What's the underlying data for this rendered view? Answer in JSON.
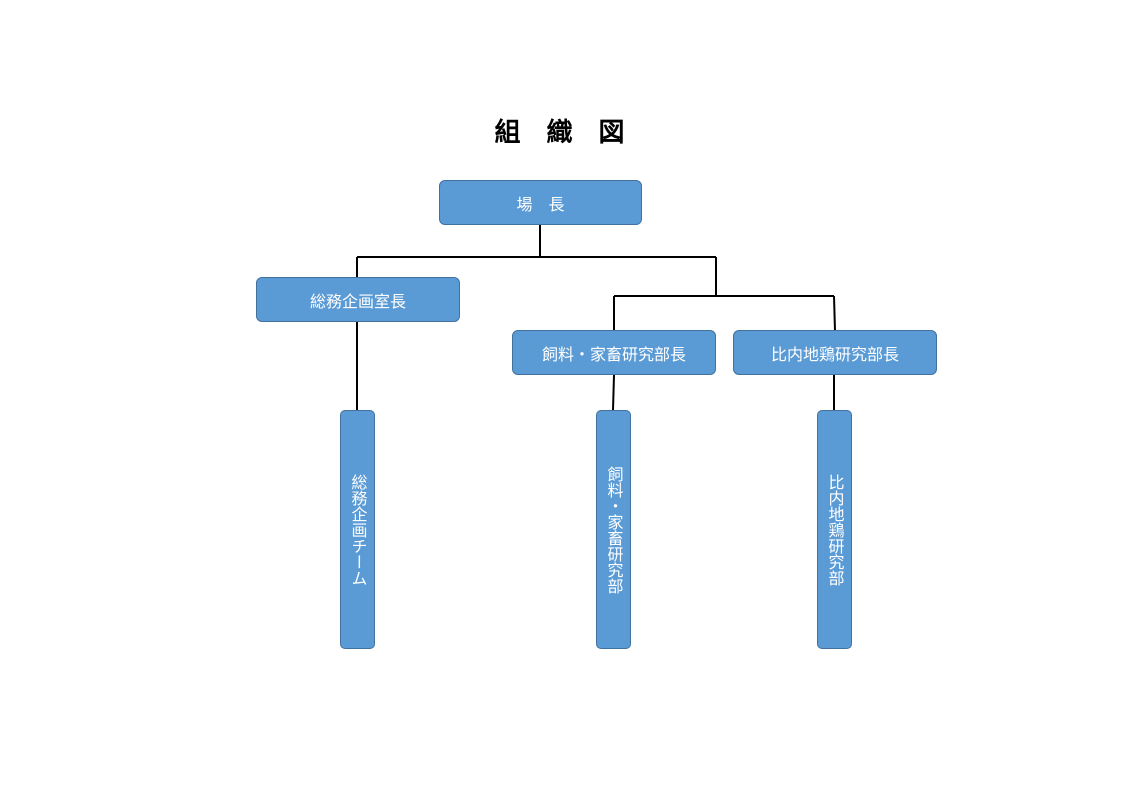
{
  "title": "組　織　図",
  "nodes": {
    "director": "場　長",
    "general_affairs_chief": "総務企画室長",
    "feed_livestock_chief": "飼料・家畜研究部長",
    "hinai_chief": "比内地鶏研究部長",
    "general_affairs_team": "総務企画チーム",
    "feed_livestock_dept": "飼料・家畜研究部",
    "hinai_dept": "比内地鶏研究部"
  },
  "colors": {
    "box_fill": "#5b9bd5",
    "box_border": "#41719c",
    "box_text": "#ffffff",
    "connector": "#000000"
  }
}
